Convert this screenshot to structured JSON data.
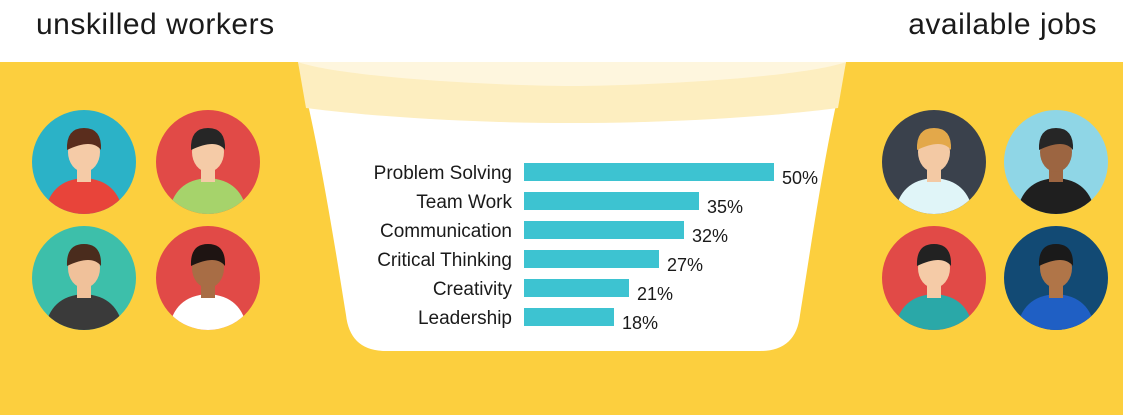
{
  "headings": {
    "left": "unskilled workers",
    "right": "available jobs"
  },
  "colors": {
    "background_band": "#fccf3e",
    "funnel_rim": "#fdeec0",
    "funnel_body": "#ffffff",
    "bar": "#3dc3d1",
    "text": "#1a1a1a"
  },
  "workers_left": [
    {
      "name": "woman-red-top-avatar",
      "bg": "#2bb2c7"
    },
    {
      "name": "man-striped-shirt-avatar",
      "bg": "#e14a47"
    },
    {
      "name": "man-dark-tee-avatar",
      "bg": "#3dbfaa"
    },
    {
      "name": "woman-headband-avatar",
      "bg": "#e14a47"
    }
  ],
  "workers_right": [
    {
      "name": "woman-glasses-avatar",
      "bg": "#3a414c"
    },
    {
      "name": "man-suit-avatar",
      "bg": "#8fd6e6"
    },
    {
      "name": "woman-uniform-avatar",
      "bg": "#e14a47"
    },
    {
      "name": "man-blue-uniform-avatar",
      "bg": "#124a74"
    }
  ],
  "chart_data": {
    "type": "bar",
    "orientation": "horizontal",
    "categories": [
      "Problem Solving",
      "Team Work",
      "Communication",
      "Critical Thinking",
      "Creativity",
      "Leadership"
    ],
    "values": [
      50,
      35,
      32,
      27,
      21,
      18
    ],
    "value_labels": [
      "50%",
      "35%",
      "32%",
      "27%",
      "21%",
      "18%"
    ],
    "xlim": [
      0,
      50
    ],
    "grid": false
  }
}
